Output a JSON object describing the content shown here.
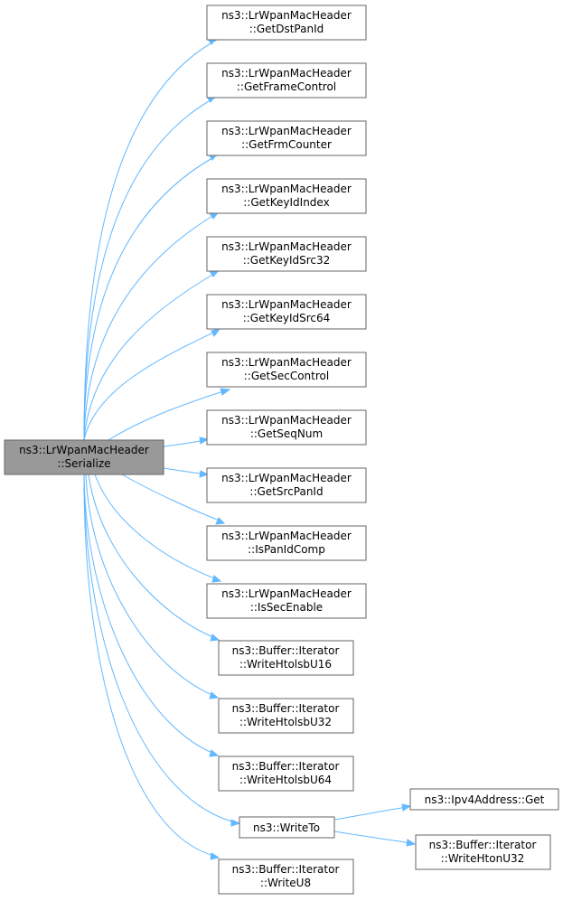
{
  "graph": {
    "root": {
      "line1": "ns3::LrWpanMacHeader",
      "line2": "::Serialize"
    },
    "callees": [
      {
        "line1": "ns3::LrWpanMacHeader",
        "line2": "::GetDstPanId"
      },
      {
        "line1": "ns3::LrWpanMacHeader",
        "line2": "::GetFrameControl"
      },
      {
        "line1": "ns3::LrWpanMacHeader",
        "line2": "::GetFrmCounter"
      },
      {
        "line1": "ns3::LrWpanMacHeader",
        "line2": "::GetKeyIdIndex"
      },
      {
        "line1": "ns3::LrWpanMacHeader",
        "line2": "::GetKeyIdSrc32"
      },
      {
        "line1": "ns3::LrWpanMacHeader",
        "line2": "::GetKeyIdSrc64"
      },
      {
        "line1": "ns3::LrWpanMacHeader",
        "line2": "::GetSecControl"
      },
      {
        "line1": "ns3::LrWpanMacHeader",
        "line2": "::GetSeqNum"
      },
      {
        "line1": "ns3::LrWpanMacHeader",
        "line2": "::GetSrcPanId"
      },
      {
        "line1": "ns3::LrWpanMacHeader",
        "line2": "::IsPanIdComp"
      },
      {
        "line1": "ns3::LrWpanMacHeader",
        "line2": "::IsSecEnable"
      },
      {
        "line1": "ns3::Buffer::Iterator",
        "line2": "::WriteHtolsbU16"
      },
      {
        "line1": "ns3::Buffer::Iterator",
        "line2": "::WriteHtolsbU32"
      },
      {
        "line1": "ns3::Buffer::Iterator",
        "line2": "::WriteHtolsbU64"
      },
      {
        "line1": "ns3::WriteTo",
        "line2": ""
      },
      {
        "line1": "ns3::Buffer::Iterator",
        "line2": "::WriteU8"
      }
    ],
    "writeto_callees": [
      {
        "line1": "ns3::Ipv4Address::Get",
        "line2": ""
      },
      {
        "line1": "ns3::Buffer::Iterator",
        "line2": "::WriteHtonU32"
      }
    ],
    "colors": {
      "edge": "#63b8ff",
      "root_fill": "#999999",
      "node_border": "#666666"
    }
  }
}
